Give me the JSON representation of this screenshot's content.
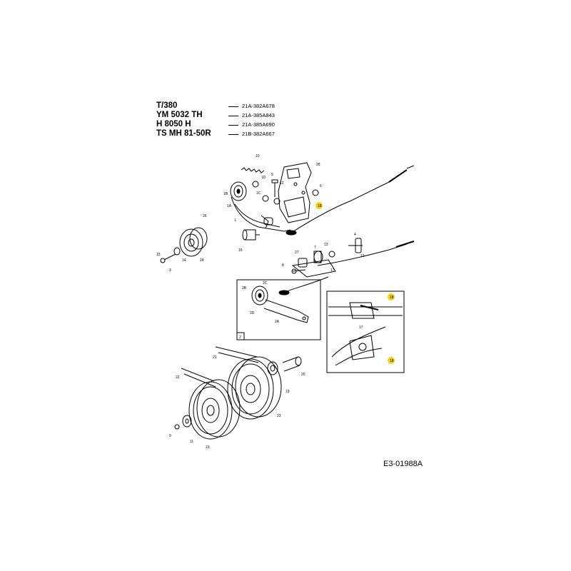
{
  "models": [
    {
      "name": "T/380",
      "code": "21A-382A678"
    },
    {
      "name": "YM 5032 TH",
      "code": "21A-385A843"
    },
    {
      "name": "H 8050 H",
      "code": "21A-385A690"
    },
    {
      "name": "TS MH 81-50R",
      "code": "21B-382A667"
    }
  ],
  "reference": "E3-01988A",
  "highlight_color": "#f2d21c",
  "parts": {
    "p10": "10",
    "p1D": "1D",
    "p1B": "1B",
    "p1A": "1A",
    "p1C": "1C",
    "p5": "5",
    "p12": "12",
    "p28": "28",
    "p6": "6",
    "p18_top": "18",
    "p1": "1",
    "p16": "16",
    "p26": "26",
    "p15": "15",
    "p14": "14",
    "p24": "24",
    "p3": "3",
    "p27": "27",
    "p7": "7",
    "p13a": "13",
    "p4": "4",
    "p13b": "13",
    "p8": "8",
    "p17": "17",
    "p2B": "2B",
    "p2C": "2C",
    "p2D": "2D",
    "p2A": "2A",
    "p2": "2",
    "p18_inset": "18",
    "p17_inset": "17",
    "p18_inset_b": "18",
    "p21": "21",
    "p22": "22",
    "p20": "20",
    "p19": "19",
    "p23a": "23",
    "p23b": "23",
    "p9": "9",
    "p11": "11"
  }
}
